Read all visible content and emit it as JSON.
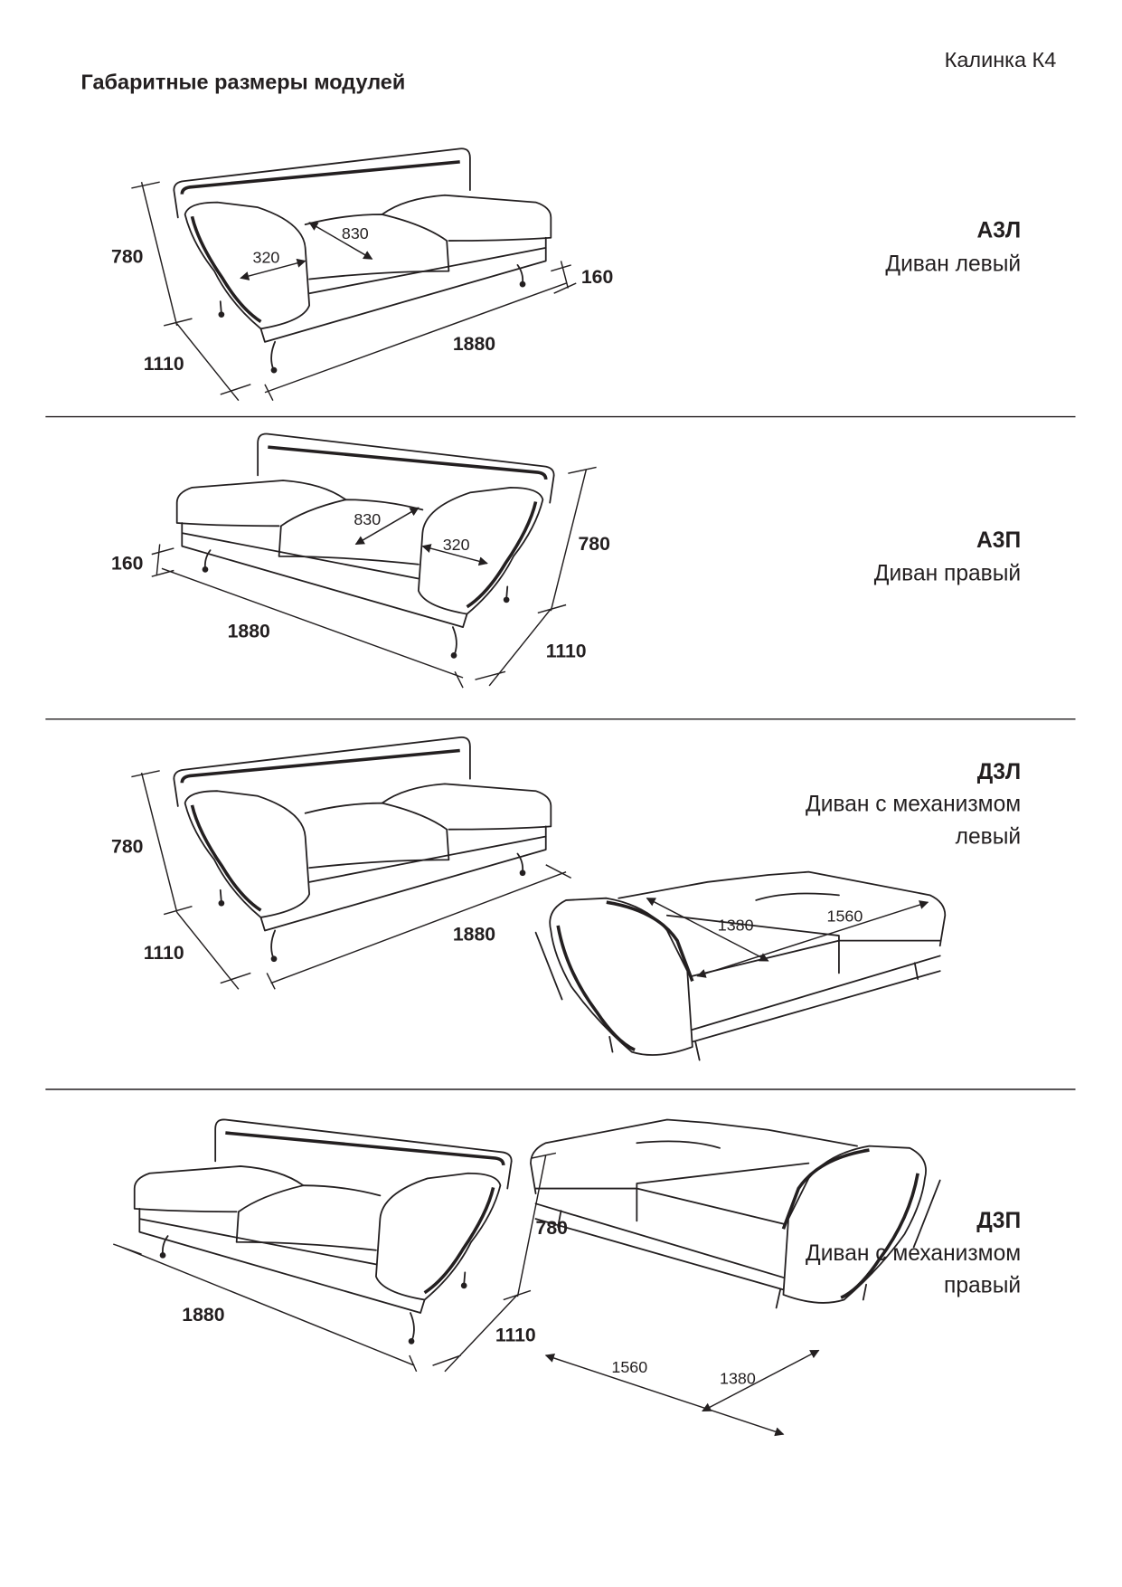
{
  "header": {
    "title": "Габаритные размеры модулей",
    "model": "Калинка К4"
  },
  "modules": [
    {
      "code": "А3Л",
      "desc": [
        "Диван левый"
      ],
      "dims": {
        "height": "780",
        "depth": "1110",
        "width": "1880",
        "leg": "160",
        "seat_depth": "830",
        "arm": "320"
      }
    },
    {
      "code": "А3П",
      "desc": [
        "Диван правый"
      ],
      "dims": {
        "height": "780",
        "depth": "1110",
        "width": "1880",
        "leg": "160",
        "seat_depth": "830",
        "arm": "320"
      }
    },
    {
      "code": "Д3Л",
      "desc": [
        "Диван с механизмом",
        "левый"
      ],
      "dims": {
        "height": "780",
        "depth": "1110",
        "width": "1880",
        "bed_depth": "1380",
        "bed_width": "1560"
      }
    },
    {
      "code": "Д3П",
      "desc": [
        "Диван с механизмом",
        "правый"
      ],
      "dims": {
        "height": "780",
        "depth": "1110",
        "width": "1880",
        "bed_depth": "1380",
        "bed_width": "1560"
      }
    }
  ]
}
